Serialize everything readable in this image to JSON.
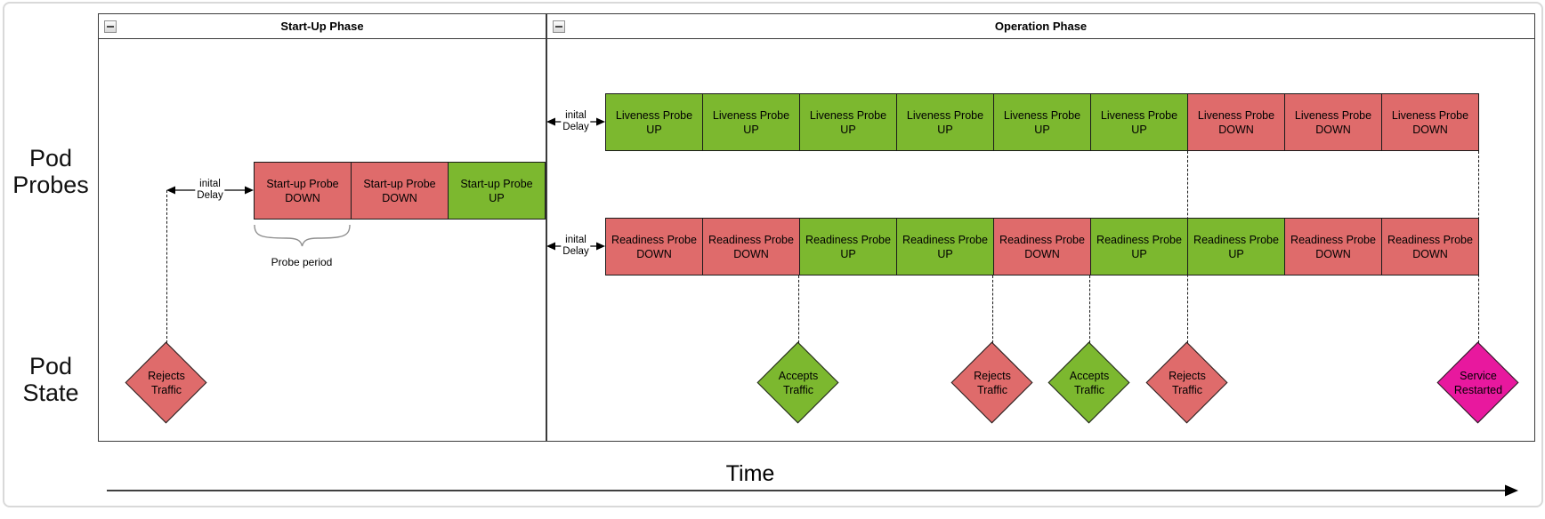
{
  "colors": {
    "up": "#7cb82f",
    "down": "#df6b6b",
    "restart": "#e8189e"
  },
  "row_labels": {
    "pod_probes": "Pod\nProbes",
    "pod_state": "Pod\nState"
  },
  "panels": {
    "startup": {
      "title": "Start-Up Phase",
      "collapse_icon": "minus"
    },
    "operation": {
      "title": "Operation Phase",
      "collapse_icon": "minus"
    }
  },
  "startup": {
    "delay_label": "inital\nDelay",
    "probe_period_label": "Probe period",
    "boxes": [
      {
        "line1": "Start-up Probe",
        "line2": "DOWN",
        "state": "down"
      },
      {
        "line1": "Start-up Probe",
        "line2": "DOWN",
        "state": "down"
      },
      {
        "line1": "Start-up Probe",
        "line2": "UP",
        "state": "up"
      }
    ]
  },
  "operation": {
    "liveness": {
      "delay_label": "inital\nDelay",
      "boxes": [
        {
          "line1": "Liveness Probe",
          "line2": "UP",
          "state": "up"
        },
        {
          "line1": "Liveness Probe",
          "line2": "UP",
          "state": "up"
        },
        {
          "line1": "Liveness Probe",
          "line2": "UP",
          "state": "up"
        },
        {
          "line1": "Liveness Probe",
          "line2": "UP",
          "state": "up"
        },
        {
          "line1": "Liveness Probe",
          "line2": "UP",
          "state": "up"
        },
        {
          "line1": "Liveness Probe",
          "line2": "UP",
          "state": "up"
        },
        {
          "line1": "Liveness Probe",
          "line2": "DOWN",
          "state": "down"
        },
        {
          "line1": "Liveness Probe",
          "line2": "DOWN",
          "state": "down"
        },
        {
          "line1": "Liveness Probe",
          "line2": "DOWN",
          "state": "down"
        }
      ]
    },
    "readiness": {
      "delay_label": "inital\nDelay",
      "boxes": [
        {
          "line1": "Readiness Probe",
          "line2": "DOWN",
          "state": "down"
        },
        {
          "line1": "Readiness Probe",
          "line2": "DOWN",
          "state": "down"
        },
        {
          "line1": "Readiness Probe",
          "line2": "UP",
          "state": "up"
        },
        {
          "line1": "Readiness Probe",
          "line2": "UP",
          "state": "up"
        },
        {
          "line1": "Readiness Probe",
          "line2": "DOWN",
          "state": "down"
        },
        {
          "line1": "Readiness Probe",
          "line2": "UP",
          "state": "up"
        },
        {
          "line1": "Readiness Probe",
          "line2": "UP",
          "state": "up"
        },
        {
          "line1": "Readiness Probe",
          "line2": "DOWN",
          "state": "down"
        },
        {
          "line1": "Readiness Probe",
          "line2": "DOWN",
          "state": "down"
        }
      ]
    }
  },
  "diamonds": [
    {
      "label": "Rejects\nTraffic",
      "state": "down"
    },
    {
      "label": "Accepts\nTraffic",
      "state": "up"
    },
    {
      "label": "Rejects\nTraffic",
      "state": "down"
    },
    {
      "label": "Accepts\nTraffic",
      "state": "up"
    },
    {
      "label": "Rejects\nTraffic",
      "state": "down"
    },
    {
      "label": "Service\nRestarted",
      "state": "restart"
    }
  ],
  "time_axis": {
    "label": "Time"
  }
}
